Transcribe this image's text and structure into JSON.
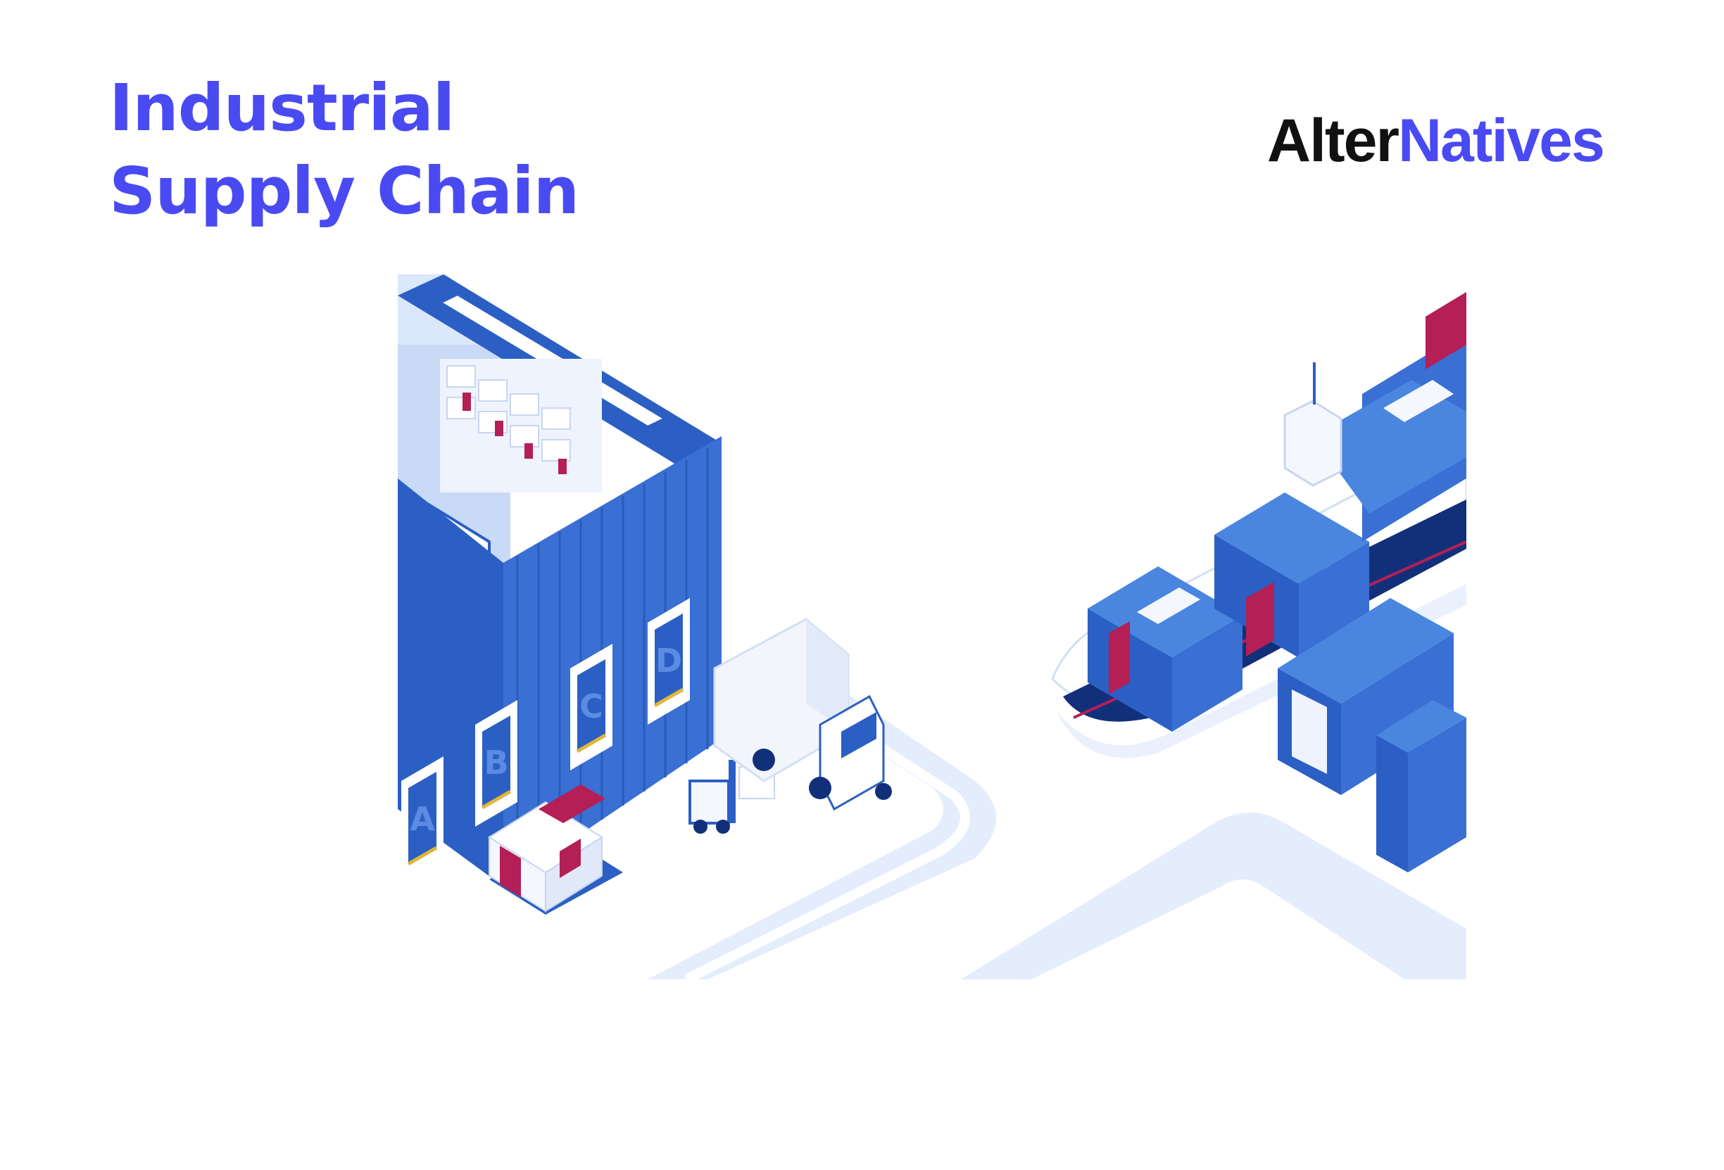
{
  "title": {
    "line1": "Industrial",
    "line2": "Supply Chain"
  },
  "logo": {
    "part1": "Alter",
    "part2": "Natives",
    "color_part1": "#111111",
    "color_part2": "#4a4af2"
  },
  "illustration": {
    "dock_labels": [
      "A",
      "B",
      "C",
      "D"
    ],
    "colors": {
      "blue_dark": "#2b5fc4",
      "blue_mid": "#4a86e0",
      "blue_light": "#dde9fb",
      "navy": "#12307a",
      "crimson": "#b41f55",
      "white": "#f4f7fd"
    }
  }
}
